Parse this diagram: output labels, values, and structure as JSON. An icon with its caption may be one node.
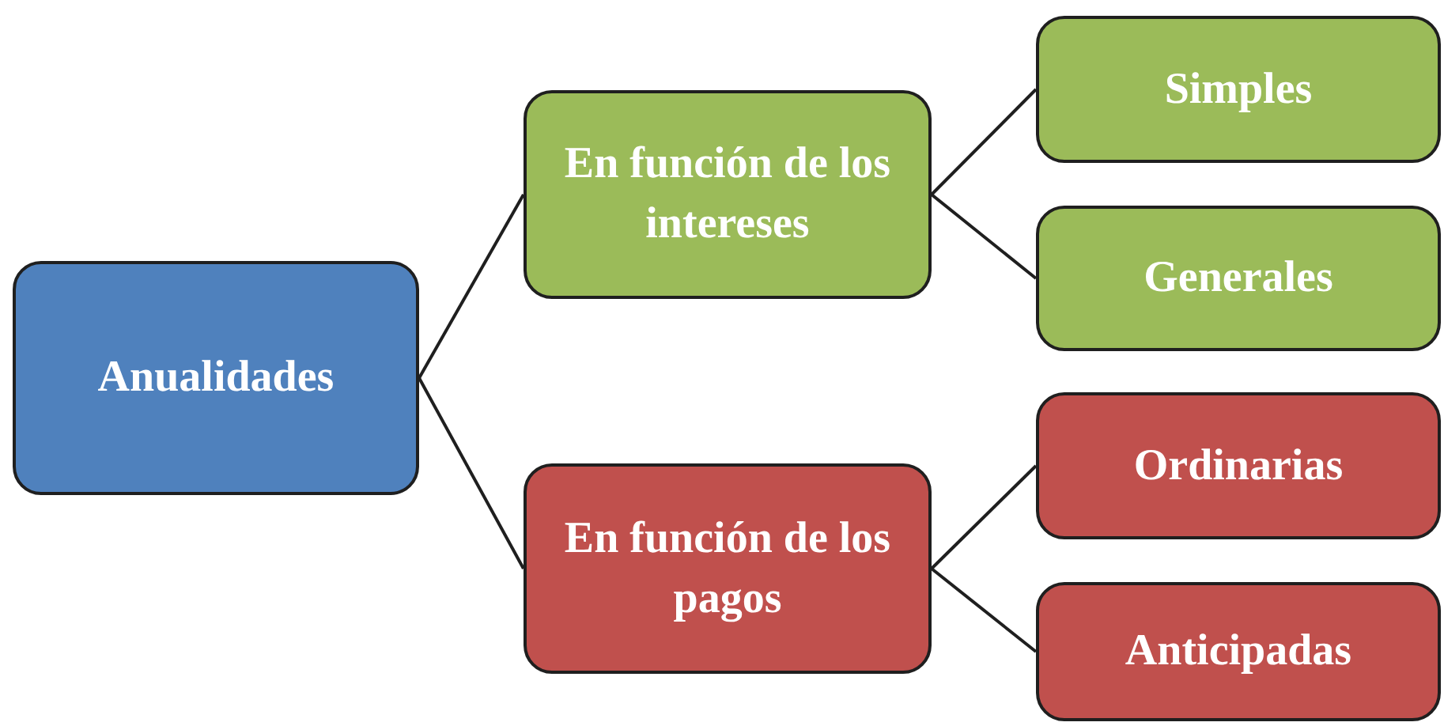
{
  "diagram": {
    "nodes": [
      {
        "text": [
          "Anualidades"
        ]
      },
      {
        "text": [
          "En función de los intereses"
        ]
      },
      {
        "text": [
          "Simples"
        ]
      },
      {
        "text": [
          "Generales"
        ]
      },
      {
        "text": [
          "En función de los pagos"
        ]
      },
      {
        "text": [
          "Ordinarias"
        ]
      },
      {
        "text": [
          "Anticipadas"
        ]
      }
    ],
    "edges": [
      {
        "from": 0,
        "to": 1,
        "arrow": "none"
      },
      {
        "from": 0,
        "to": 4,
        "arrow": "none"
      },
      {
        "from": 1,
        "to": 2,
        "arrow": "none"
      },
      {
        "from": 1,
        "to": 3,
        "arrow": "none"
      },
      {
        "from": 4,
        "to": 5,
        "arrow": "none"
      },
      {
        "from": 4,
        "to": 6,
        "arrow": "none"
      }
    ]
  }
}
